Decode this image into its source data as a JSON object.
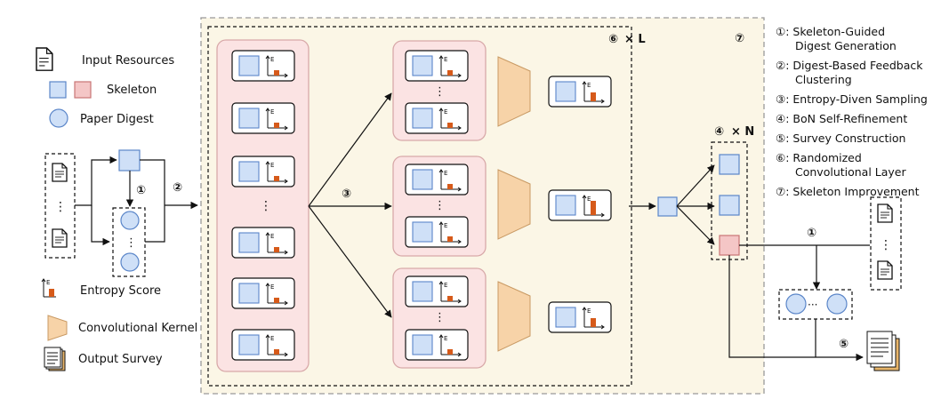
{
  "legend": {
    "input_resources": "Input Resources",
    "skeleton": "Skeleton",
    "paper_digest": "Paper Digest",
    "entropy_score": "Entropy Score",
    "convolutional_kernel": "Convolutional Kernel",
    "output_survey": "Output Survey"
  },
  "steps": [
    {
      "lines": [
        "①: Skeleton-Guided",
        "Digest Generation"
      ]
    },
    {
      "lines": [
        "②: Digest-Based Feedback",
        "Clustering"
      ]
    },
    {
      "lines": [
        "③: Entropy-Diven Sampling"
      ]
    },
    {
      "lines": [
        "④: BoN Self-Refinement"
      ]
    },
    {
      "lines": [
        "⑤: Survey Construction"
      ]
    },
    {
      "lines": [
        "⑥: Randomized",
        "Convolutional Layer"
      ]
    },
    {
      "lines": [
        "⑦: Skeleton Improvement"
      ]
    }
  ],
  "markers": {
    "m1": "①",
    "m1b": "①",
    "m2": "②",
    "m3": "③",
    "m5": "⑤",
    "m6": "⑥",
    "times_l": "× L",
    "m7": "⑦",
    "m4": "④",
    "times_n": "× N",
    "ellipsis": "⋮",
    "hellipsis": "···",
    "axis_e": "E"
  },
  "colors": {
    "skeleton_blue": "#cfe0f7",
    "skeleton_blue_stroke": "#5b86c9",
    "skeleton_pink": "#f4c6c6",
    "layer_bg": "#fbf6e6",
    "panel_pink": "#fbe3e3",
    "kernel": "#f7d3a8",
    "bar": "#d65a1a"
  }
}
